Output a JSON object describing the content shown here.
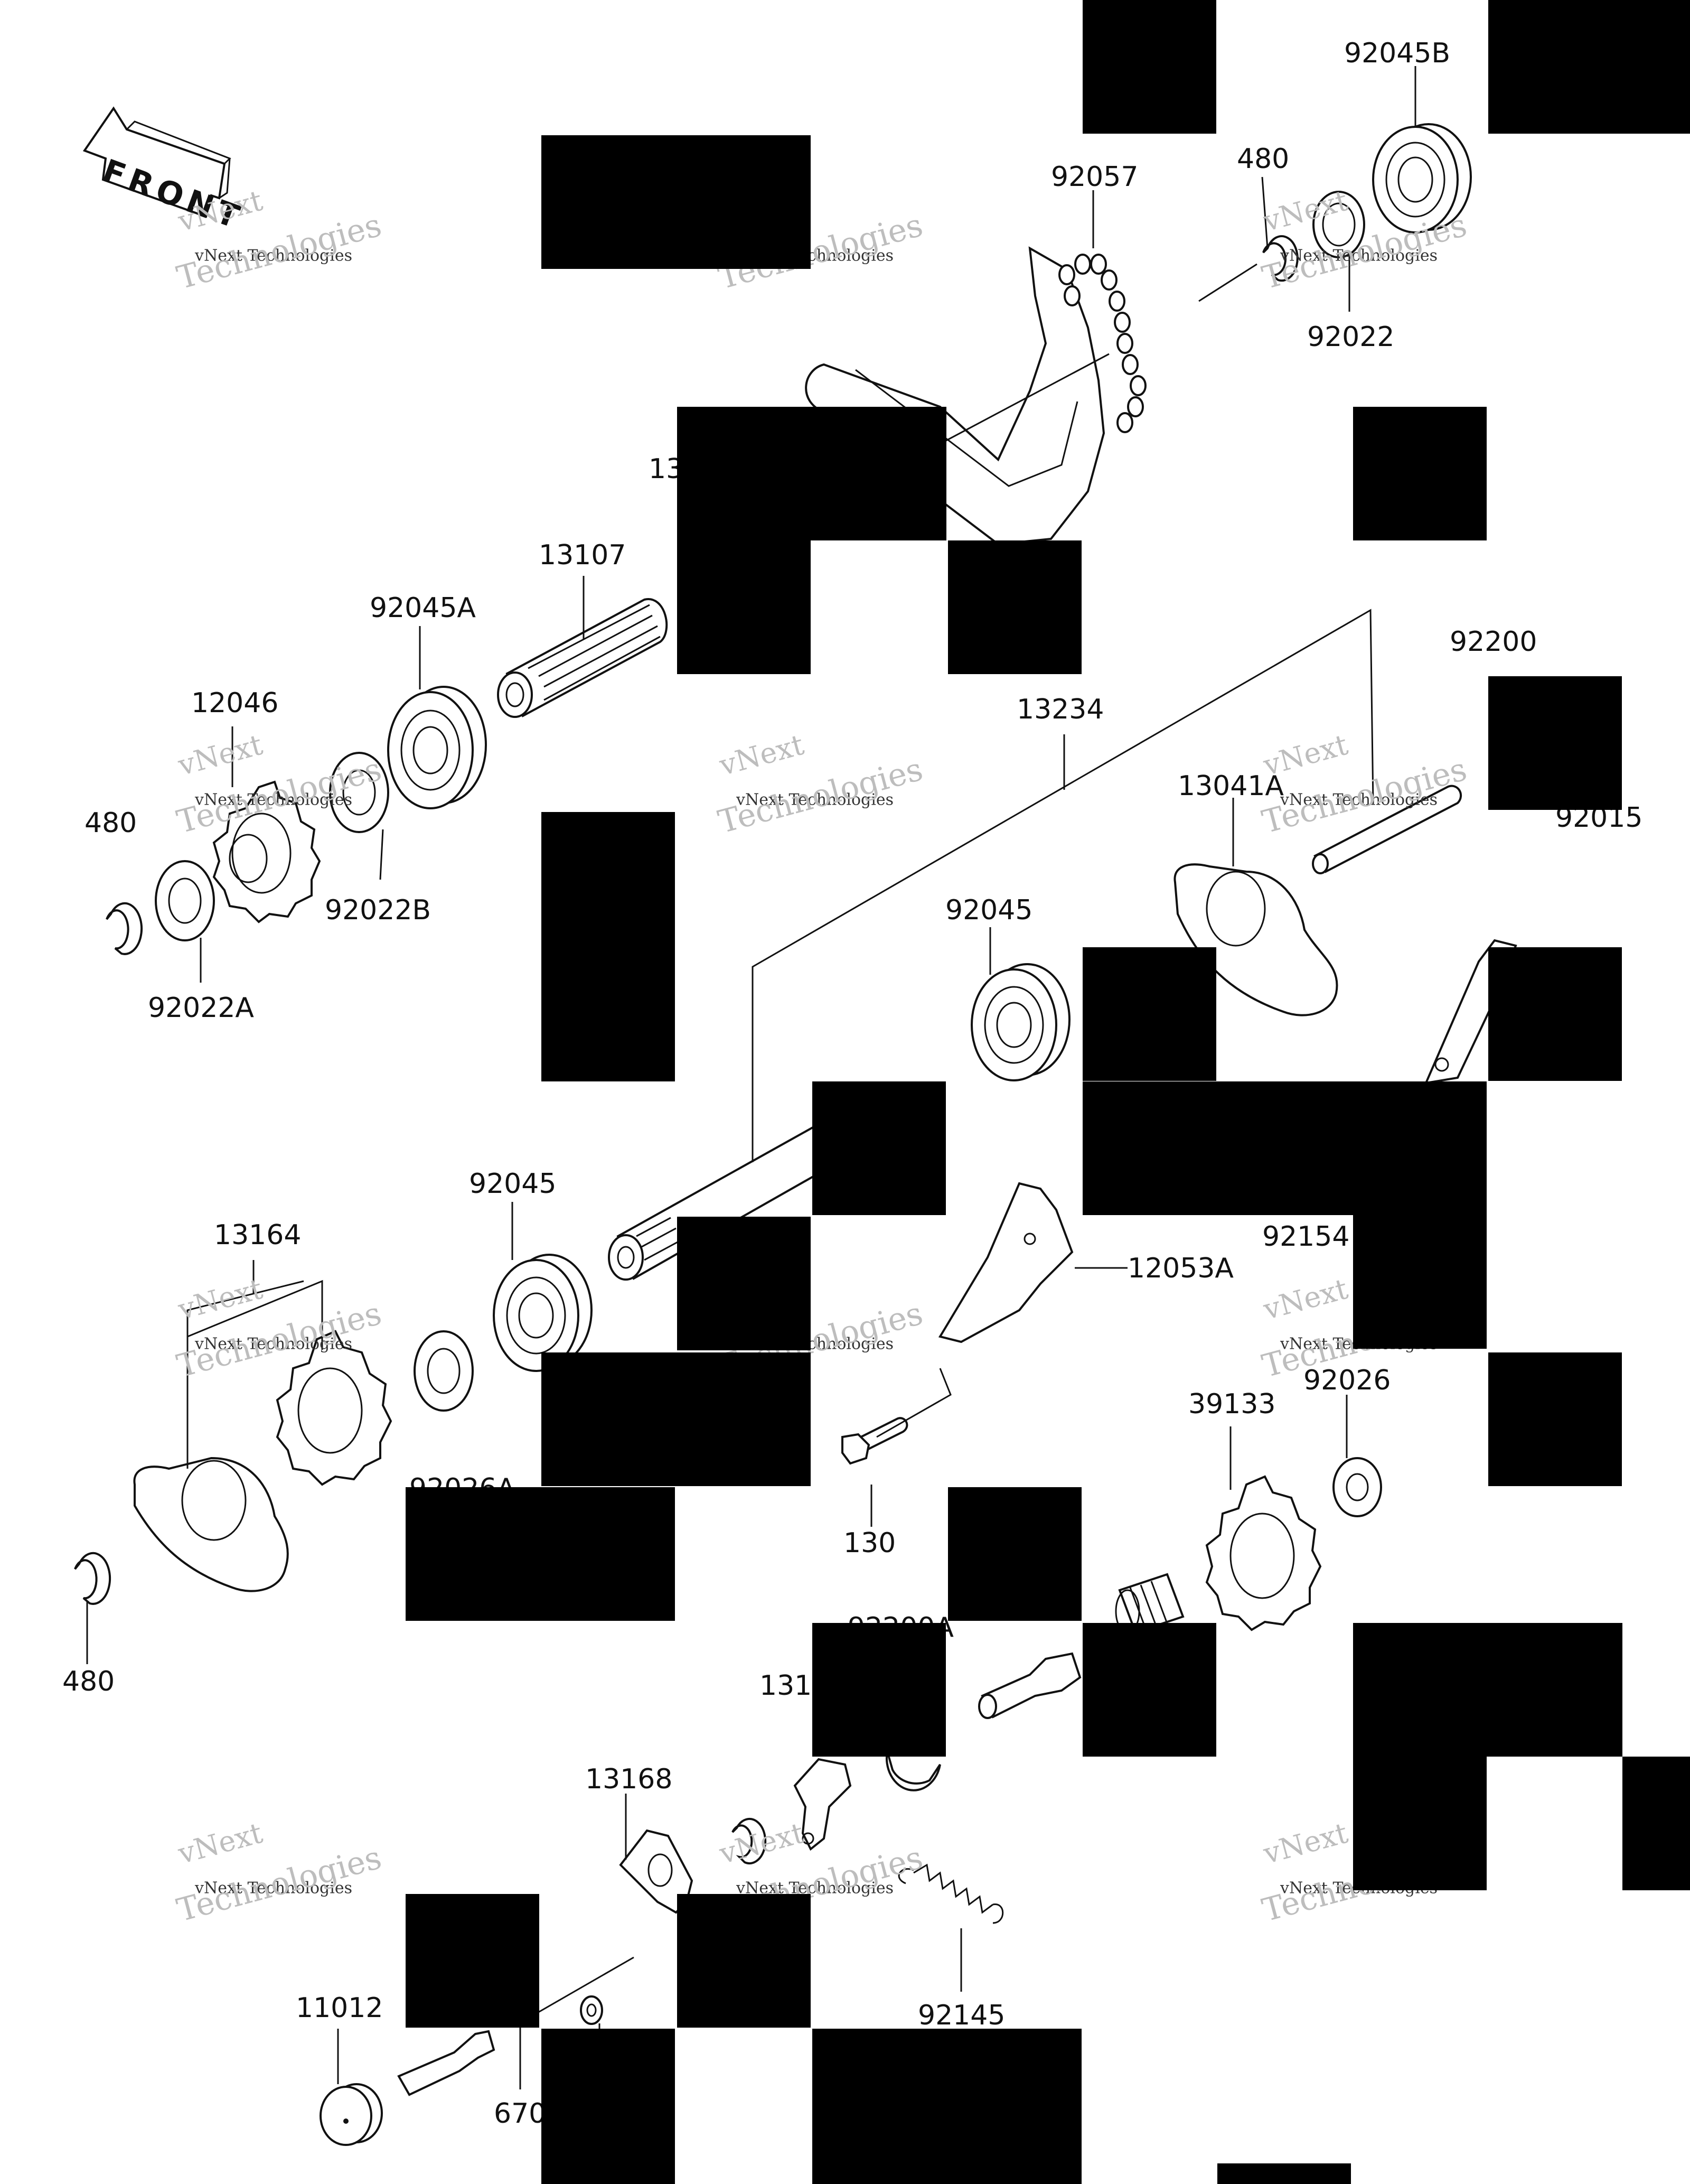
{
  "front_indicator": {
    "label": "FRONT"
  },
  "callouts": {
    "c92045B": "92045B",
    "c92057": "92057",
    "c480_top": "480",
    "c92022": "92022",
    "c13_partial": "13",
    "c13107": "13107",
    "c92045A": "92045A",
    "c12046": "12046",
    "c480_left": "480",
    "c92022A": "92022A",
    "c92022B": "92022B",
    "c13234": "13234",
    "c92200": "92200",
    "c92015": "92015",
    "c13041A": "13041A",
    "c92045_mid": "92045",
    "c92045_low": "92045",
    "c13164": "13164",
    "c92154": "92154",
    "c12053A": "12053A",
    "c92026A": "92026A",
    "c480_bottom": "480",
    "c130": "130",
    "c39133": "39133",
    "c92026": "92026",
    "c92200A": "92200A",
    "c131_partial": "131",
    "c13168": "13168",
    "c92145": "92145",
    "c11012": "11012",
    "c670_partial": "670"
  },
  "watermark": {
    "line1": "vNext",
    "line2": "vNext Technologies",
    "line3": "Technologies"
  }
}
